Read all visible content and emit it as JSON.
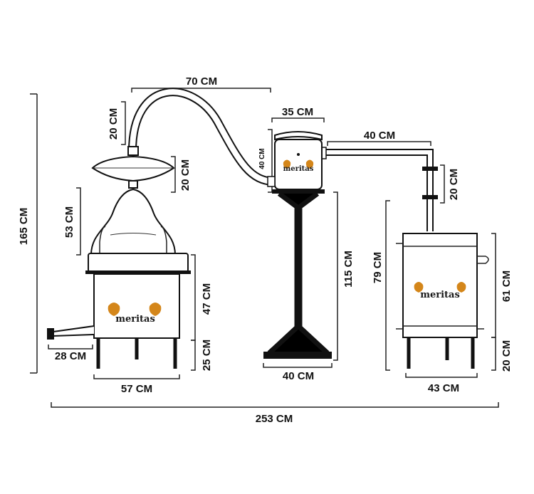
{
  "diagram": {
    "brand": {
      "name": "meritas",
      "accent": "#d4861a"
    },
    "colors": {
      "line": "#111111",
      "background": "#ffffff",
      "accent": "#d4861a"
    },
    "dimensions": {
      "overall_height": "165 CM",
      "overall_width": "253 CM",
      "pipe_span": "70 CM",
      "pipe_rise": "20 CM",
      "cap_height": "20 CM",
      "dome_height": "53 CM",
      "boiler_height": "47 CM",
      "boiler_legs": "25 CM",
      "tap_length": "28 CM",
      "boiler_width": "57 CM",
      "condenser_width": "35 CM",
      "condenser_height": "40 CM",
      "stand_height": "115 CM",
      "stand_width": "40 CM",
      "outlet_pipe": "40 CM",
      "outlet_drop": "20 CM",
      "tank_total": "79 CM",
      "tank_body": "61 CM",
      "tank_legs": "20 CM",
      "tank_width": "43 CM"
    }
  }
}
